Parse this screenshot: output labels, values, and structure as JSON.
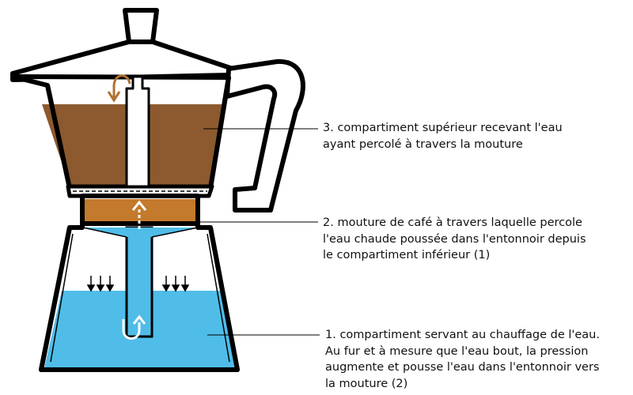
{
  "labels": {
    "upper_chamber": [
      "3. compartiment supérieur recevant l'eau",
      "ayant percolé à travers la mouture"
    ],
    "coffee_grounds": [
      "2. mouture de café à travers laquelle percole",
      "l'eau chaude poussée dans l'entonnoir depuis",
      "le compartiment inférieur (1)"
    ],
    "lower_chamber": [
      "1. compartiment servant au chauffage de l'eau.",
      "Au fur et à mesure que l'eau bout, la pression",
      "augmente et pousse l'eau dans l'entonnoir vers",
      "la mouture (2)"
    ]
  },
  "colors": {
    "coffee_liquid": "#8c5a2e",
    "coffee_grounds": "#c47a2c",
    "water": "#4fbde8",
    "outline": "#000000",
    "background": "#ffffff",
    "upper_arrow": "#b07030",
    "flow_arrow": "#ffffff"
  }
}
